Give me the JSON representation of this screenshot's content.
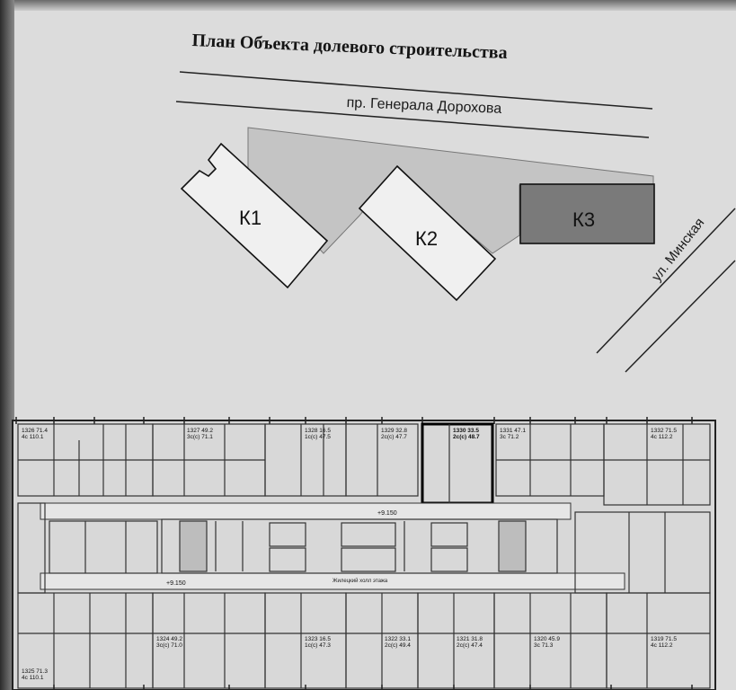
{
  "title": "План Объекта долевого строительства",
  "streets": {
    "top": "пр. Генерала Дорохова",
    "side": "ул. Минская"
  },
  "buildings": [
    {
      "label": "К1",
      "highlighted": false
    },
    {
      "label": "К2",
      "highlighted": false
    },
    {
      "label": "К3",
      "highlighted": true
    }
  ],
  "colors": {
    "paper": "#dcdcdc",
    "highlight": "#7a7a7a",
    "yard": "#c4c4c4",
    "ink": "#151515"
  },
  "floor_plan": {
    "units_top": [
      {
        "no": "1326",
        "area": "71.4",
        "rooms": "4с",
        "total": "110.1"
      },
      {
        "no": "1327",
        "area": "49.2",
        "rooms": "3с(с)",
        "total": "71.1"
      },
      {
        "no": "1328",
        "area": "16.5",
        "rooms": "1с(с)",
        "total": "47.5"
      },
      {
        "no": "1329",
        "area": "32.8",
        "rooms": "2с(с)",
        "total": "47.7"
      },
      {
        "no": "1330",
        "area": "33.5",
        "rooms": "2с(с)",
        "total": "48.7"
      },
      {
        "no": "1331",
        "area": "47.1",
        "rooms": "3с",
        "total": "71.2"
      },
      {
        "no": "1332",
        "area": "71.5",
        "rooms": "4с",
        "total": "112.2"
      }
    ],
    "units_bottom": [
      {
        "no": "1325",
        "area": "71.3",
        "rooms": "4с",
        "total": "110.1"
      },
      {
        "no": "1324",
        "area": "49.2",
        "rooms": "3с(с)",
        "total": "71.0"
      },
      {
        "no": "1323",
        "area": "16.5",
        "rooms": "1с(с)",
        "total": "47.3"
      },
      {
        "no": "1322",
        "area": "33.1",
        "rooms": "2с(с)",
        "total": "49.4"
      },
      {
        "no": "1321",
        "area": "31.8",
        "rooms": "2с(с)",
        "total": "47.4"
      },
      {
        "no": "1320",
        "area": "45.9",
        "rooms": "3с",
        "total": "71.3"
      },
      {
        "no": "1319",
        "area": "71.5",
        "rooms": "4с",
        "total": "112.2"
      }
    ],
    "elevation_marks": [
      "+9.150",
      "+9.150"
    ],
    "corridor_note": "Жилецкий холл этажа"
  }
}
